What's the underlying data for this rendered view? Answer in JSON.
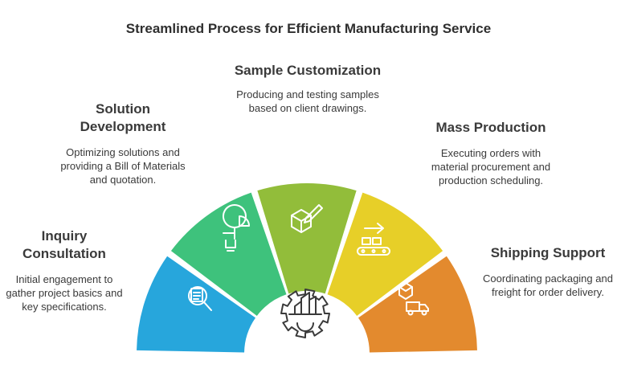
{
  "title": "Streamlined Process for Efficient Manufacturing Service",
  "steps": [
    {
      "heading": "Inquiry Consultation",
      "description": "Initial engagement to gather project basics and key specifications.",
      "color": "#27a6dc",
      "icon": "document-search-icon"
    },
    {
      "heading": "Solution Development",
      "description": "Optimizing solutions and providing a Bill of Materials and quotation.",
      "color": "#3ec27c",
      "icon": "lightbulb-chart-icon"
    },
    {
      "heading": "Sample Customization",
      "description": "Producing and testing samples based on client drawings.",
      "color": "#92bd3a",
      "icon": "cube-pen-icon"
    },
    {
      "heading": "Mass Production",
      "description": "Executing orders with material procurement and production scheduling.",
      "color": "#e7cf28",
      "icon": "conveyor-belt-icon"
    },
    {
      "heading": "Shipping Support",
      "description": "Coordinating packaging and freight for order delivery.",
      "color": "#e38a2e",
      "icon": "delivery-truck-icon"
    }
  ],
  "center_icon": "factory-gear-icon"
}
